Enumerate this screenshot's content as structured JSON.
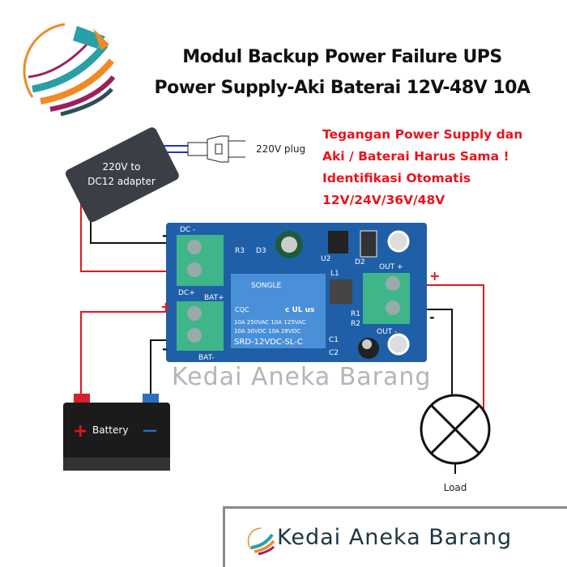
{
  "brand": {
    "name": "Kedai Aneka Barang",
    "watermark": "Kedai Aneka Barang"
  },
  "title": {
    "line1": "Modul Backup Power Failure UPS",
    "line2": "Power Supply-Aki Baterai 12V-48V 10A"
  },
  "notes": [
    "Tegangan Power Supply dan",
    "Aki / Baterai Harus Sama !",
    "Identifikasi Otomatis",
    "12V/24V/36V/48V"
  ],
  "adapter": {
    "line1": "220V to",
    "line2": "DC12 adapter"
  },
  "plug": {
    "label": "220V plug"
  },
  "board": {
    "dc_minus": "DC -",
    "dc_plus": "DC+",
    "bat_plus": "BAT+",
    "bat_minus": "BAT-",
    "out_plus": "OUT +",
    "out_minus": "OUT -",
    "r3": "R3",
    "d3": "D3",
    "u2": "U2",
    "l1": "L1",
    "d2": "D2",
    "r1": "R1",
    "r2": "R2",
    "c1": "C1",
    "c2": "C2"
  },
  "relay": {
    "brand": "SONGLE",
    "cert": "CQC",
    "ul": "c UL us",
    "rating1": "10A 250VAC 10A 125VAC",
    "rating2": "10A  30VDC 10A  28VDC",
    "model": "SRD-12VDC-SL-C"
  },
  "signs": {
    "plus": "+",
    "minus": "-"
  },
  "battery": {
    "label": "Battery",
    "plus": "+",
    "minus": "—"
  },
  "load": {
    "label": "Load"
  },
  "colors": {
    "wire_positive": "#e8141c",
    "wire_negative": "#111111",
    "board": "#1f5fa8",
    "terminal": "#3fb58a",
    "relay": "#4a90d9",
    "note_text": "#e8141c"
  }
}
